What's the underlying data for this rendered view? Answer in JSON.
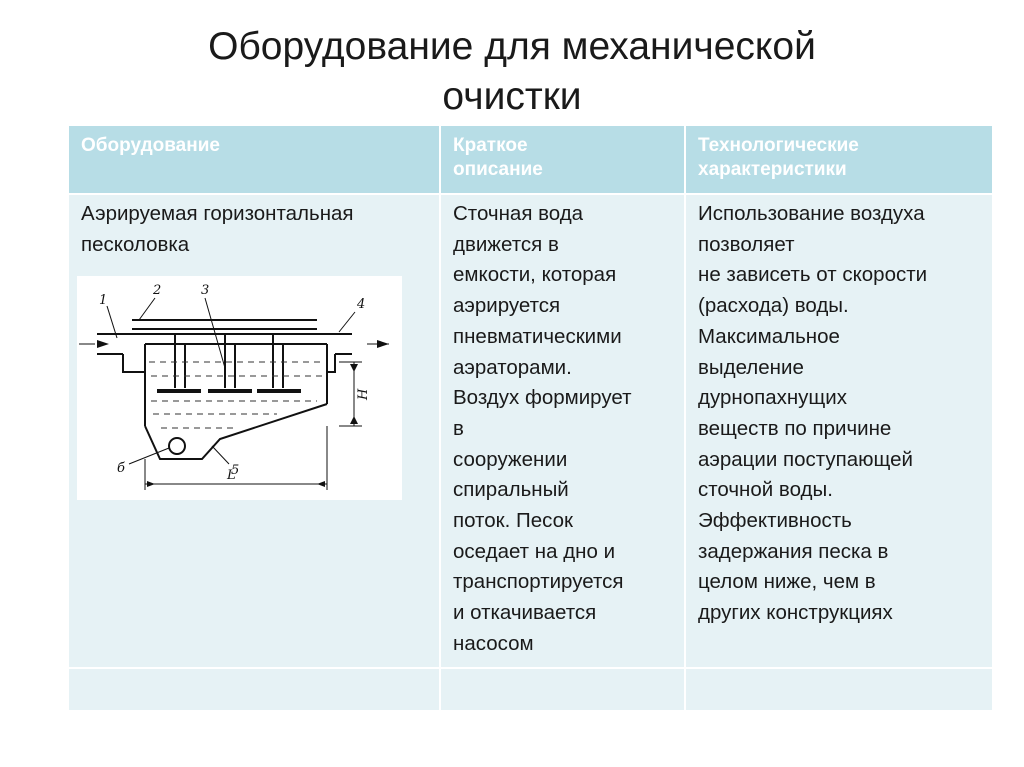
{
  "title": {
    "line1": "Оборудование для механической",
    "line2": "очистки"
  },
  "table": {
    "headers": [
      {
        "lines": [
          "Оборудование"
        ]
      },
      {
        "lines": [
          "Краткое",
          "описание"
        ]
      },
      {
        "lines": [
          "Технологические",
          "характеристики"
        ]
      }
    ],
    "row": {
      "equipment_lines": [
        "Аэрируемая горизонтальная",
        "песколовка"
      ],
      "description_lines": [
        "Сточная вода",
        "движется в",
        "емкости, которая",
        "аэрируется",
        "пневматическими",
        "аэраторами.",
        "Воздух формирует",
        "в",
        "сооружении",
        "спиральный",
        "поток. Песок",
        "оседает на дно и",
        "транспортируется",
        "и откачивается",
        "насосом"
      ],
      "characteristics_lines": [
        "Использование воздуха",
        "позволяет",
        "не зависеть от скорости",
        "(расхода) воды.",
        "Максимальное",
        "выделение",
        "дурнопахнущих",
        "веществ по причине",
        "аэрации поступающей",
        "сточной воды.",
        "Эффективность",
        "задержания песка  в",
        "целом ниже, чем в",
        "других конструкциях"
      ]
    }
  },
  "diagram": {
    "labels": {
      "l1": "1",
      "l2": "2",
      "l3": "3",
      "l4": "4",
      "l5": "5",
      "l6": "б",
      "H": "H",
      "L": "L"
    }
  }
}
